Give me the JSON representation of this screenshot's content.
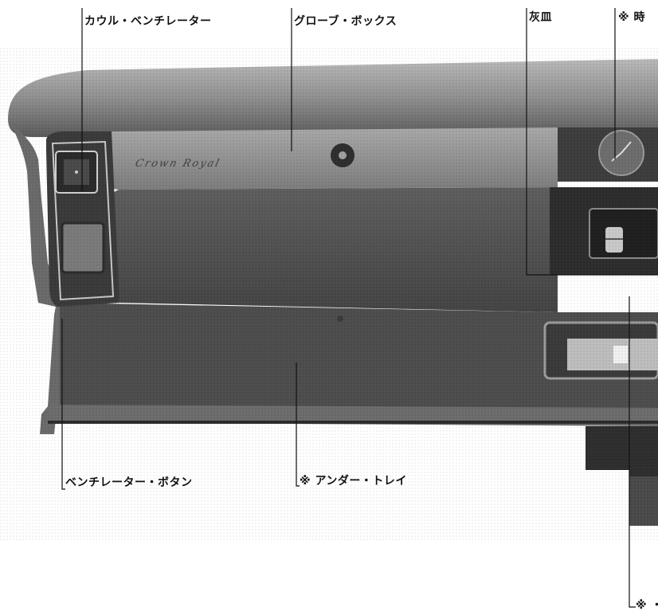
{
  "labels": {
    "cowl_ventilator": "カウル・ベンチレーター",
    "glove_box": "グローブ・ボックス",
    "ashtray": "灰皿",
    "clock": "※ 時",
    "ventilator_button": "ベンチレーター・ボタン",
    "under_tray": "※ アンダー・トレイ",
    "bottom_right": "※ ・"
  },
  "badge_text": "Crown Royal",
  "colors": {
    "background": "#ffffff",
    "panel_dark": "#4a4a4a",
    "panel_light": "#9a9a9a",
    "leader_line": "#111111"
  }
}
